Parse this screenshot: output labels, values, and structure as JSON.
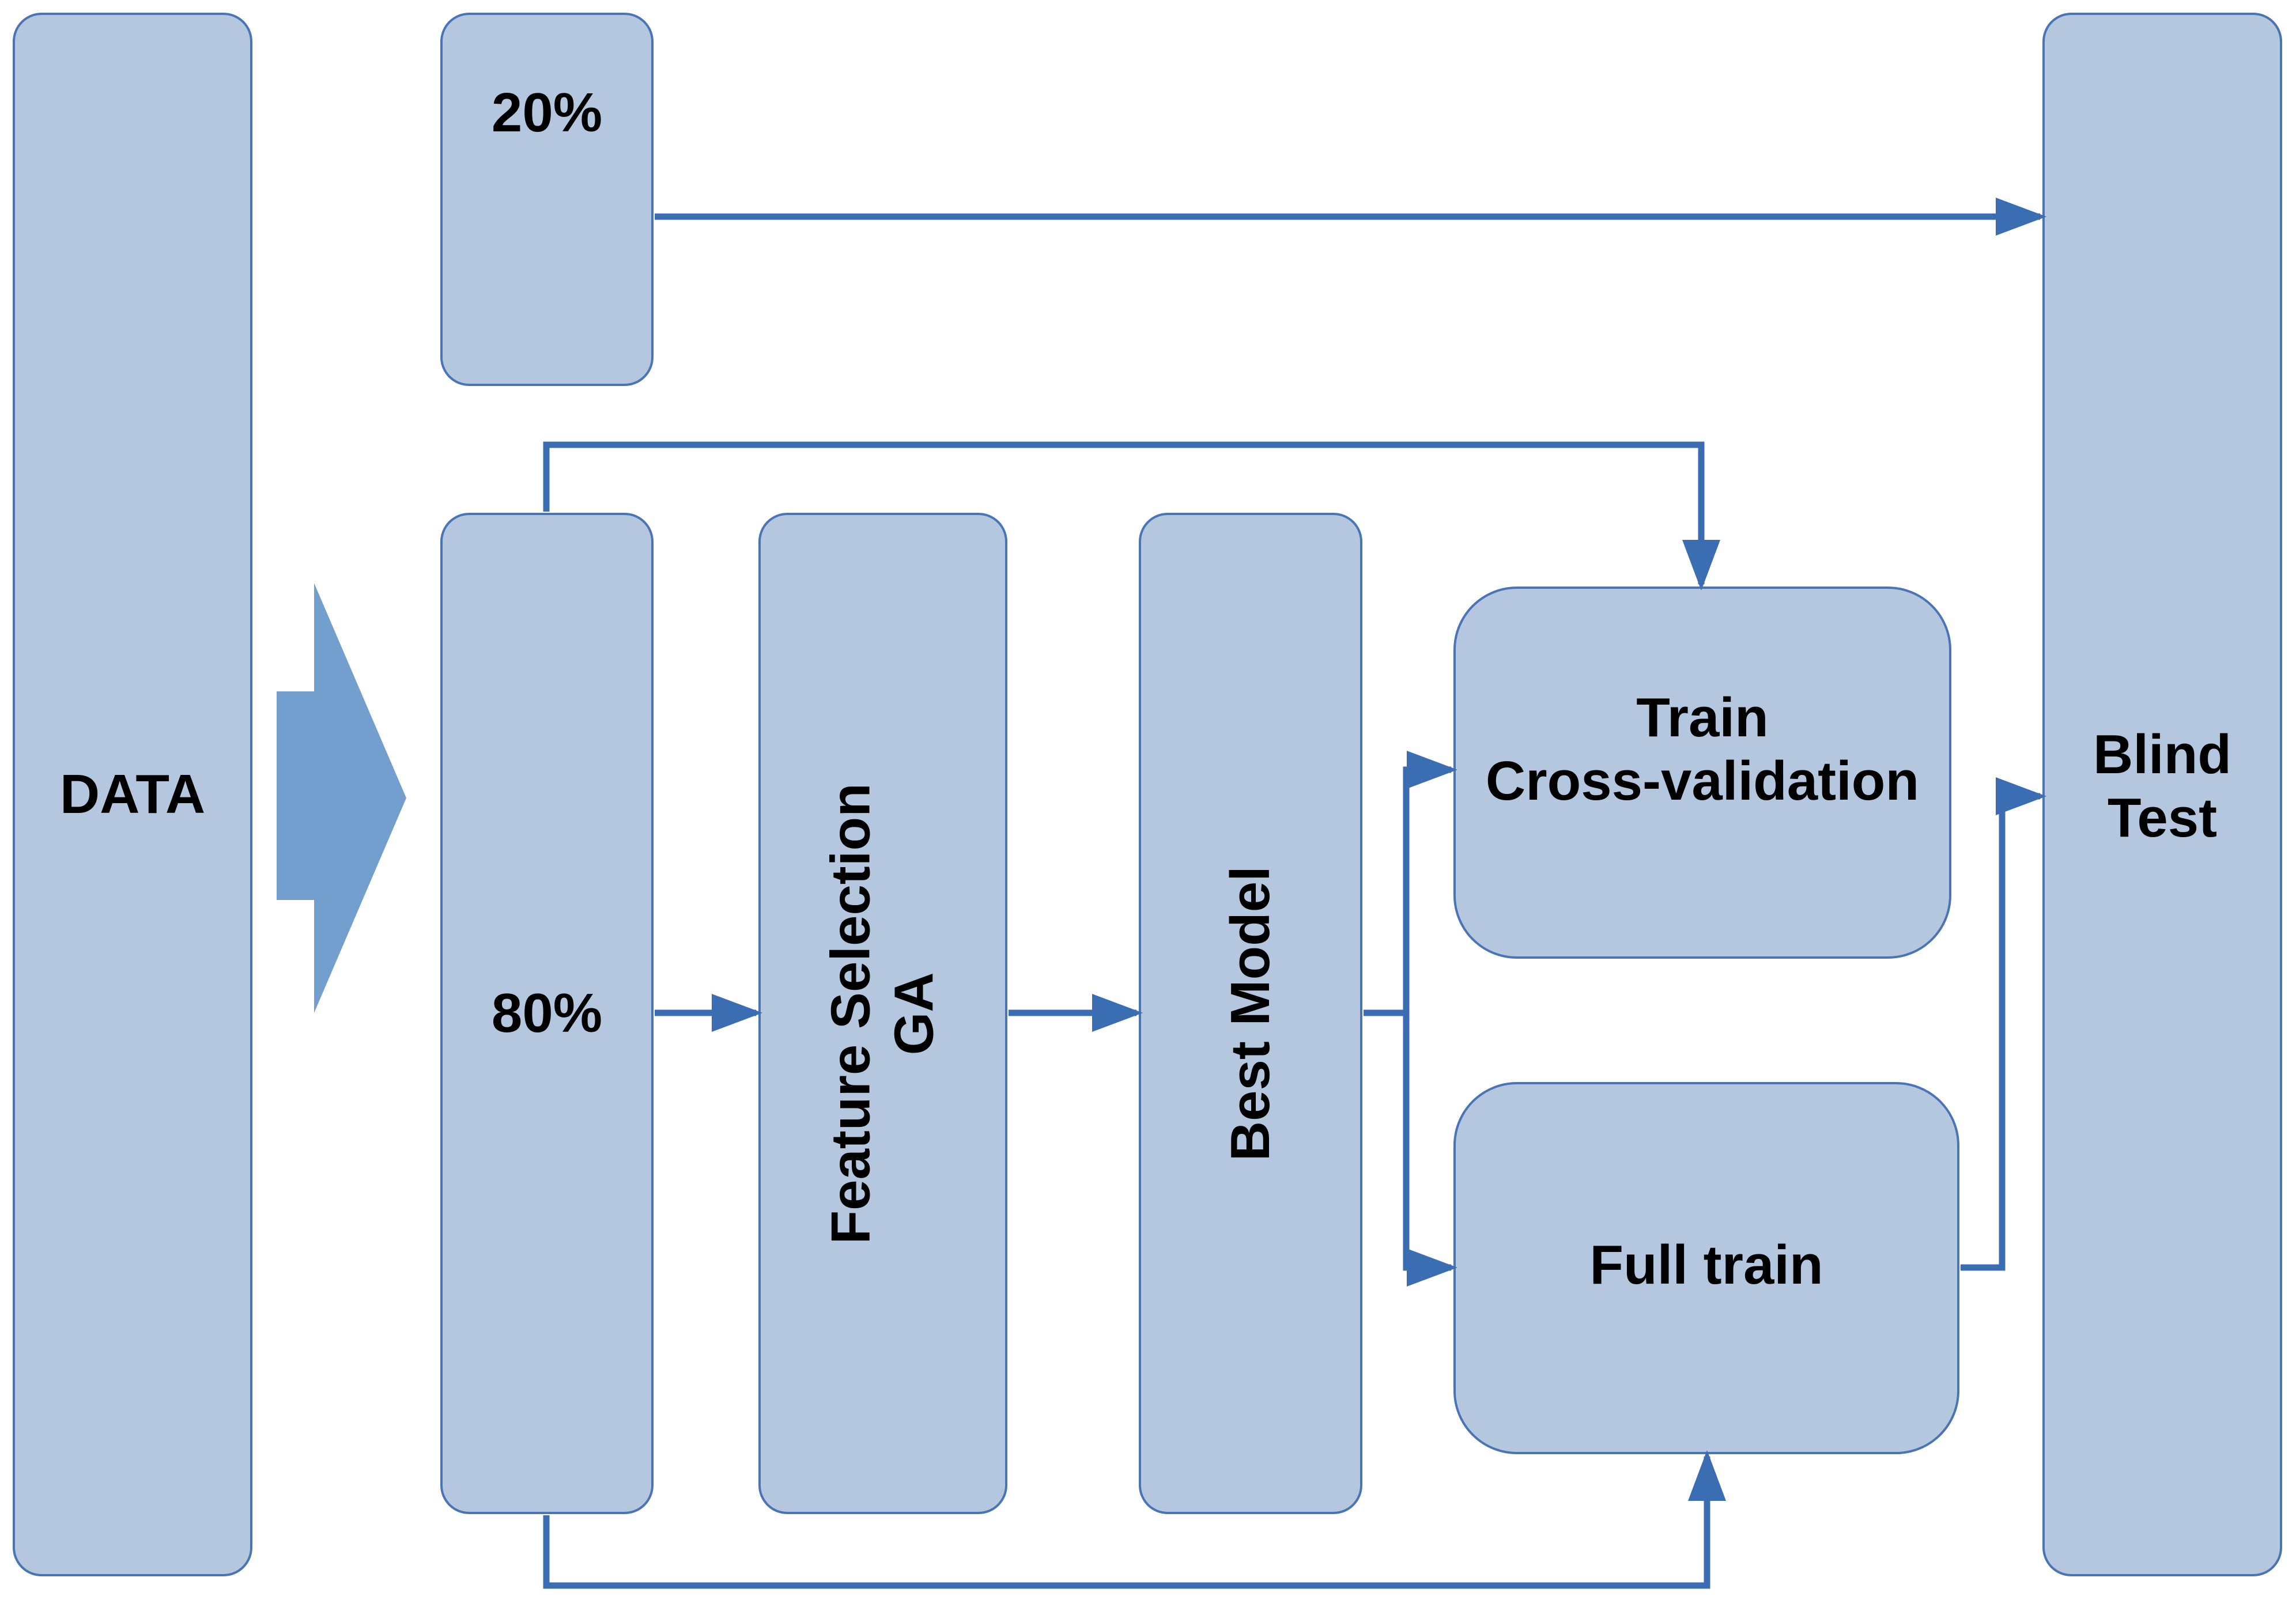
{
  "diagram": {
    "colors": {
      "box_fill": "#b4c7de",
      "box_border": "#4a74b4",
      "arrow": "#3b6db3",
      "big_arrow": "#739fcf",
      "text": "#000000"
    },
    "nodes": {
      "data": {
        "label": "DATA"
      },
      "split_20": {
        "label": "20%"
      },
      "split_80": {
        "label": "80%"
      },
      "feature_selection": {
        "line1": "Feature Selection",
        "line2": "GA"
      },
      "best_model": {
        "label": "Best Model"
      },
      "train_cv": {
        "line1": "Train",
        "line2": "Cross-validation"
      },
      "full_train": {
        "label": "Full train"
      },
      "blind_test": {
        "line1": "Blind",
        "line2": "Test"
      }
    },
    "edges": [
      {
        "from": "split_20",
        "to": "blind_test"
      },
      {
        "from": "split_80",
        "to": "feature_selection"
      },
      {
        "from": "feature_selection",
        "to": "best_model"
      },
      {
        "from": "best_model",
        "to": "train_cv"
      },
      {
        "from": "best_model",
        "to": "full_train"
      },
      {
        "from": "split_80",
        "to": "train_cv"
      },
      {
        "from": "split_80",
        "to": "full_train"
      },
      {
        "from": "full_train",
        "to": "blind_test"
      },
      {
        "from": "data",
        "to": "split_80",
        "style": "big-arrow"
      }
    ]
  }
}
